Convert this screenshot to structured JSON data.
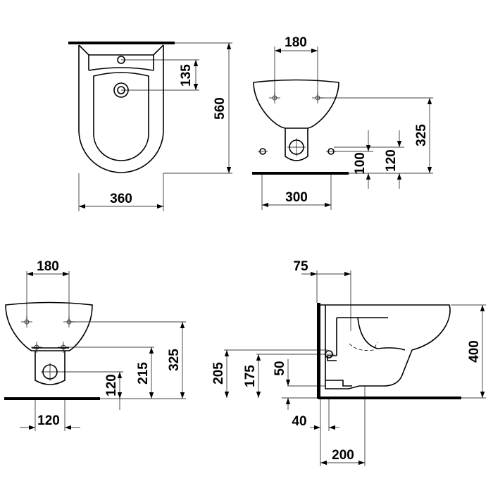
{
  "views": {
    "top_view": {
      "dim_width": "360",
      "dim_height": "560",
      "dim_tap_offset": "135"
    },
    "front_view": {
      "dim_bolt_spacing": "180",
      "dim_floor_width": "300",
      "dim_mount_height": "325",
      "dim_pipe_100": "100",
      "dim_pipe_120": "120"
    },
    "rear_view": {
      "dim_bolt_spacing": "180",
      "dim_outlet_width": "120",
      "dim_outlet_height": "120",
      "dim_lower_bolts": "215",
      "dim_mount_height": "325"
    },
    "side_view": {
      "dim_wall_offset": "75",
      "dim_height": "400",
      "dim_205": "205",
      "dim_175": "175",
      "dim_50": "50",
      "dim_40": "40",
      "dim_projection": "200"
    }
  }
}
